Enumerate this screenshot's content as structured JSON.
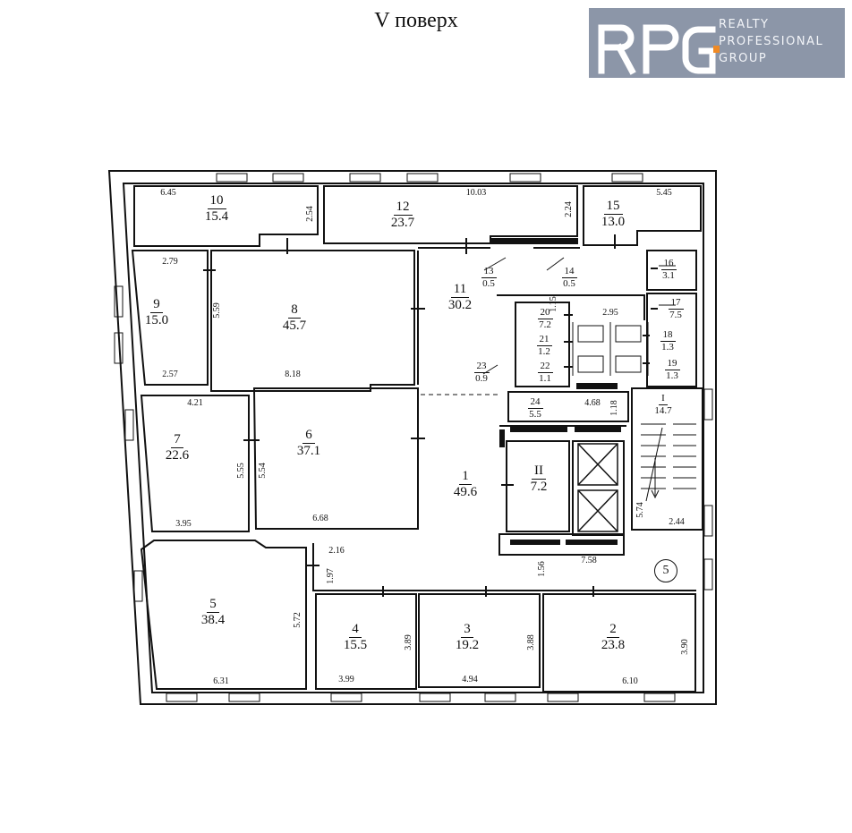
{
  "title": "V поверх",
  "logo": {
    "mark": "RPG",
    "line1": "REALTY",
    "line2": "PROFESSIONAL",
    "line3": "GROUP",
    "bg": "#8c96a8"
  },
  "rooms": [
    {
      "id": "1",
      "num": "1",
      "area": "49.6"
    },
    {
      "id": "2",
      "num": "2",
      "area": "23.8"
    },
    {
      "id": "3",
      "num": "3",
      "area": "19.2"
    },
    {
      "id": "4",
      "num": "4",
      "area": "15.5"
    },
    {
      "id": "5",
      "num": "5",
      "area": "38.4"
    },
    {
      "id": "6",
      "num": "6",
      "area": "37.1"
    },
    {
      "id": "7",
      "num": "7",
      "area": "22.6"
    },
    {
      "id": "8",
      "num": "8",
      "area": "45.7"
    },
    {
      "id": "9",
      "num": "9",
      "area": "15.0"
    },
    {
      "id": "10",
      "num": "10",
      "area": "15.4"
    },
    {
      "id": "11",
      "num": "11",
      "area": "30.2"
    },
    {
      "id": "12",
      "num": "12",
      "area": "23.7"
    },
    {
      "id": "13",
      "num": "13",
      "area": "0.5"
    },
    {
      "id": "14",
      "num": "14",
      "area": "0.5"
    },
    {
      "id": "15",
      "num": "15",
      "area": "13.0"
    },
    {
      "id": "16",
      "num": "16",
      "area": "3.1"
    },
    {
      "id": "17",
      "num": "17",
      "area": "7.5"
    },
    {
      "id": "18",
      "num": "18",
      "area": "1.3"
    },
    {
      "id": "19",
      "num": "19",
      "area": "1.3"
    },
    {
      "id": "20",
      "num": "20",
      "area": "7.2"
    },
    {
      "id": "21",
      "num": "21",
      "area": "1.2"
    },
    {
      "id": "22",
      "num": "22",
      "area": "1.1"
    },
    {
      "id": "23",
      "num": "23",
      "area": "0.9"
    },
    {
      "id": "24",
      "num": "24",
      "area": "5.5"
    },
    {
      "id": "II",
      "num": "II",
      "area": "7.2"
    },
    {
      "id": "I",
      "num": "I",
      "area": "14.7"
    }
  ],
  "dims": [
    "6.45",
    "2.54",
    "10.03",
    "2.24",
    "5.45",
    "2.79",
    "5.59",
    "2.57",
    "8.18",
    "1.15",
    "2.95",
    "4.21",
    "5.55",
    "3.95",
    "5.54",
    "6.68",
    "4.68",
    "1.18",
    "5.74",
    "2.44",
    "2.16",
    "1.97",
    "1.56",
    "7.58",
    "5.72",
    "6.31",
    "3.89",
    "3.99",
    "4.94",
    "3.88",
    "3.90",
    "6.10"
  ],
  "marker": "5"
}
